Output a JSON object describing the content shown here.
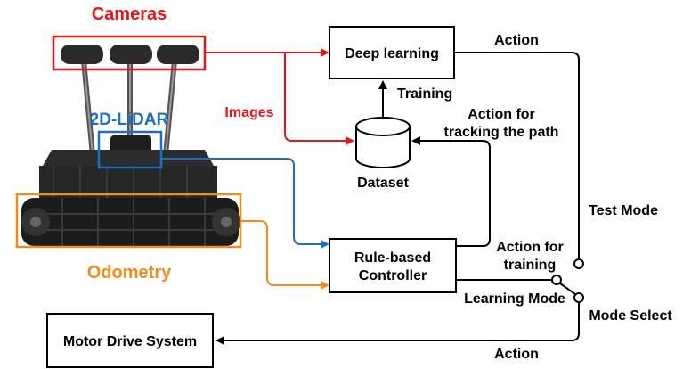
{
  "labels": {
    "cameras": "Cameras",
    "lidar": "2D-LiDAR",
    "odometry": "Odometry",
    "images": "Images"
  },
  "boxes": {
    "deep_learning": "Deep learning",
    "rule_based_line1": "Rule-based",
    "rule_based_line2": "Controller",
    "motor_drive": "Motor Drive System"
  },
  "dataset": {
    "label": "Dataset"
  },
  "edges": {
    "training": "Training",
    "action_tracking_line1": "Action for",
    "action_tracking_line2": "tracking the path",
    "action_top": "Action",
    "action_training_line1": "Action for",
    "action_training_line2": "training",
    "action_bottom": "Action"
  },
  "switch": {
    "test_mode": "Test Mode",
    "learning_mode": "Learning Mode",
    "mode_select": "Mode Select"
  },
  "colors": {
    "camera_red": "#e8141c",
    "lidar_blue": "#1b6fc2",
    "odometry_orange": "#f28c1e",
    "black": "#000000"
  }
}
